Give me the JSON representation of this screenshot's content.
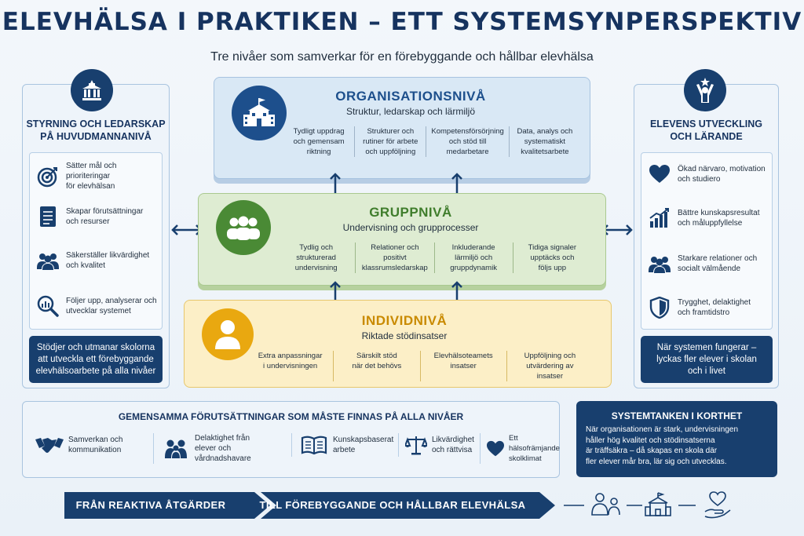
{
  "header": {
    "title": "ELEVHÄLSA I PRAKTIKEN – ETT SYSTEMSYNPERSPEKTIV",
    "subtitle": "Tre nivåer som samverkar för en förebyggande och hållbar elevhälsa"
  },
  "left_panel": {
    "icon": "town-hall-icon",
    "title_line1": "STYRNING OCH LEDARSKAP",
    "title_line2": "PÅ HUVUDMANNANIVÅ",
    "items": [
      {
        "icon": "target-icon",
        "line1": "Sätter mål och prioriteringar",
        "line2": "för elevhälsan"
      },
      {
        "icon": "document-icon",
        "line1": "Skapar förutsättningar",
        "line2": "och resurser"
      },
      {
        "icon": "group-icon",
        "line1": "Säkerställer likvärdighet",
        "line2": "och kvalitet"
      },
      {
        "icon": "analytics-magnifier-icon",
        "line1": "Följer upp, analyserar och",
        "line2": "utvecklar systemet"
      }
    ],
    "footer_line1": "Stödjer och utmanar skolorna",
    "footer_line2": "att utveckla ett förebyggande",
    "footer_line3": "elevhälsoarbete på alla nivåer"
  },
  "right_panel": {
    "icon": "student-star-icon",
    "title_line1": "ELEVENS UTVECKLING",
    "title_line2": "OCH LÄRANDE",
    "items": [
      {
        "icon": "heart-icon",
        "line1": "Ökad närvaro, motivation",
        "line2": "och studiero"
      },
      {
        "icon": "growth-chart-icon",
        "line1": "Bättre kunskapsresultat",
        "line2": "och måluppfyllelse"
      },
      {
        "icon": "people-icon",
        "line1": "Starkare relationer och",
        "line2": "socialt välmående"
      },
      {
        "icon": "shield-icon",
        "line1": "Trygghet, delaktighet",
        "line2": "och framtidstro"
      }
    ],
    "footer_line1": "När systemen fungerar –",
    "footer_line2": "lyckas fler elever i skolan",
    "footer_line3": "och i livet"
  },
  "levels": {
    "organisation": {
      "icon": "school-building-icon",
      "title": "ORGANISATIONSNIVÅ",
      "subtitle": "Struktur, ledarskap och lärmiljö",
      "color": "#1d4f8c",
      "columns": [
        [
          "Tydligt uppdrag",
          "och gemensam",
          "riktning"
        ],
        [
          "Strukturer och",
          "rutiner för arbete",
          "och uppföljning"
        ],
        [
          "Kompetensförsörjning",
          "och stöd till",
          "medarbetare"
        ],
        [
          "Data, analys och",
          "systematiskt",
          "kvalitetsarbete"
        ]
      ]
    },
    "group": {
      "icon": "group-people-icon",
      "title": "GRUPPNIVÅ",
      "subtitle": "Undervisning och grupprocesser",
      "color": "#3f7d2c",
      "columns": [
        [
          "Tydlig och",
          "strukturerad",
          "undervisning"
        ],
        [
          "Relationer och",
          "positivt",
          "klassrumsledarskap"
        ],
        [
          "Inkluderande",
          "lärmiljö och",
          "gruppdynamik"
        ],
        [
          "Tidiga signaler",
          "upptäcks och",
          "följs upp"
        ]
      ]
    },
    "individual": {
      "icon": "person-icon",
      "title": "INDIVIDNIVÅ",
      "subtitle": "Riktade stödinsatser",
      "color": "#c98a00",
      "columns": [
        [
          "Extra anpassningar",
          "i undervisningen"
        ],
        [
          "Särskilt stöd",
          "när det behövs"
        ],
        [
          "Elevhälsoteamets",
          "insatser"
        ],
        [
          "Uppföljning och",
          "utvärdering av",
          "insatser"
        ]
      ]
    }
  },
  "common": {
    "title": "GEMENSAMMA FÖRUTSÄTTNINGAR SOM MÅSTE FINNAS PÅ ALLA NIVÅER",
    "items": [
      {
        "icon": "handshake-icon",
        "line1": "Samverkan och",
        "line2": "kommunikation"
      },
      {
        "icon": "family-icon",
        "line1": "Delaktighet från",
        "line2": "elever och vårdnadshavare"
      },
      {
        "icon": "open-book-icon",
        "line1": "Kunskapsbaserat",
        "line2": "arbete"
      },
      {
        "icon": "scales-icon",
        "line1": "Likvärdighet",
        "line2": "och rättvisa"
      },
      {
        "icon": "heart-icon",
        "line1": "Ett hälsofrämjande",
        "line2": "skolklimat"
      }
    ]
  },
  "system": {
    "title": "SYSTEMTANKEN I KORTHET",
    "line1": "När organisationen är stark, undervisningen",
    "line2": "håller hög kvalitet och stödinsatserna",
    "line3": "är träffsäkra – då skapas en skola där",
    "line4": "fler elever mår bra, lär sig och utvecklas."
  },
  "banner": {
    "left": "FRÅN REAKTIVA ÅTGÄRDER",
    "right": "TILL FÖREBYGGANDE OCH HÅLLBAR ELEVHÄLSA",
    "icons": [
      "people-outline-icon",
      "school-outline-icon",
      "heart-hand-icon"
    ]
  }
}
